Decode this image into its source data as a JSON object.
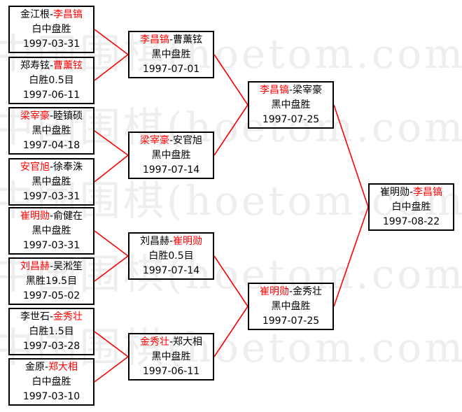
{
  "watermark": "中国围棋(hoetom.com)",
  "colors": {
    "winner": "#ff0000",
    "line": "#ff0000",
    "text": "#000000",
    "border": "#000000"
  },
  "matches": {
    "r1_1": {
      "p1": "金江根",
      "p2": "李昌镐",
      "sep": "-",
      "result": "白中盘胜",
      "date": "1997-03-31",
      "winner": "p2"
    },
    "r1_2": {
      "p1": "郑寿铉",
      "p2": "曹薰铉",
      "sep": "-",
      "result": "白胜0.5目",
      "date": "1997-06-11",
      "winner": "p2"
    },
    "r1_3": {
      "p1": "梁宰豪",
      "p2": "睦镇硕",
      "sep": "-",
      "result": "黑中盘胜",
      "date": "1997-04-18",
      "winner": "p1"
    },
    "r1_4": {
      "p1": "安官旭",
      "p2": "徐奉洙",
      "sep": "-",
      "result": "黑中盘胜",
      "date": "1997-03-31",
      "winner": "p1"
    },
    "r1_5": {
      "p1": "崔明勋",
      "p2": "俞健在",
      "sep": "-",
      "result": "黑中盘胜",
      "date": "1997-03-31",
      "winner": "p1"
    },
    "r1_6": {
      "p1": "刘昌赫",
      "p2": "吴淞笙",
      "sep": "-",
      "result": "黑胜19.5目",
      "date": "1997-05-02",
      "winner": "p1"
    },
    "r1_7": {
      "p1": "李世石",
      "p2": "金秀壮",
      "sep": "-",
      "result": "白胜1.5目",
      "date": "1997-03-28",
      "winner": "p2"
    },
    "r1_8": {
      "p1": "金原",
      "p2": "郑大相",
      "sep": "-",
      "result": "白中盘胜",
      "date": "1997-03-10",
      "winner": "p2"
    },
    "r2_1": {
      "p1": "李昌镐",
      "p2": "曹薰铉",
      "sep": "-",
      "result": "黑中盘胜",
      "date": "1997-07-01",
      "winner": "p1"
    },
    "r2_2": {
      "p1": "梁宰豪",
      "p2": "安官旭",
      "sep": "-",
      "result": "黑中盘胜",
      "date": "1997-07-14",
      "winner": "p1"
    },
    "r2_3": {
      "p1": "刘昌赫",
      "p2": "崔明勋",
      "sep": "-",
      "result": "白胜0.5目",
      "date": "1997-07-14",
      "winner": "p2"
    },
    "r2_4": {
      "p1": "金秀壮",
      "p2": "郑大相",
      "sep": "-",
      "result": "黑中盘胜",
      "date": "1997-06-11",
      "winner": "p1"
    },
    "r3_1": {
      "p1": "李昌镐",
      "p2": "梁宰豪",
      "sep": "-",
      "result": "黑中盘胜",
      "date": "1997-07-25",
      "winner": "p1"
    },
    "r3_2": {
      "p1": "崔明勋",
      "p2": "金秀壮",
      "sep": "-",
      "result": "黑中盘胜",
      "date": "1997-07-25",
      "winner": "p1"
    },
    "final": {
      "p1": "崔明勋",
      "p2": "李昌镐",
      "sep": "-",
      "result": "白中盘胜",
      "date": "1997-08-22",
      "winner": "p2"
    }
  }
}
